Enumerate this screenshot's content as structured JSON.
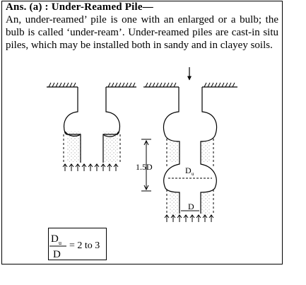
{
  "heading": "Ans. (a) : Under-Reamed Pile—",
  "paragraph": "An, under-reamed’ pile is one with an enlarged or a bulb; the bulb is called ‘under-ream’. Under-reamed piles are cast-in situ piles, which may be installed both in sandy and in clayey soils.",
  "figure": {
    "dim_label": "1.5D",
    "bulb_dia_label": "D",
    "bulb_dia_subscript": "u",
    "shaft_dia_label": "D"
  },
  "formula": {
    "numerator": "D",
    "numerator_subscript": "u",
    "denominator": "D",
    "rhs": "= 2 to 3"
  }
}
